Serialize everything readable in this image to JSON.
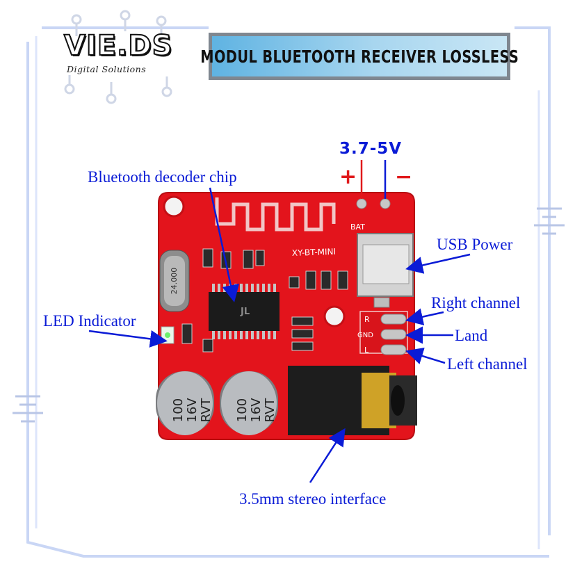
{
  "brand": {
    "name": "VIE.DS",
    "tagline": "Digital Solutions"
  },
  "title": "MODUL BLUETOOTH RECEIVER LOSSLESS",
  "voltage": {
    "range": "3.7-5V",
    "plus": "+",
    "minus": "−"
  },
  "callouts": {
    "chip": "Bluetooth decoder chip",
    "usb": "USB Power",
    "right": "Right channel",
    "land": "Land",
    "left": "Left channel",
    "led": "LED Indicator",
    "jack": "3.5mm stereo interface"
  },
  "board": {
    "model": "XY-BT-MINI",
    "bat": "BAT",
    "crystal": "24.000",
    "chip_mark": "JL",
    "pad_r": "R",
    "pad_gnd": "GND",
    "pad_l": "L",
    "cap_text": [
      "100",
      "16V",
      "RVT"
    ]
  },
  "colors": {
    "label_blue": "#0a1bd6",
    "board_red": "#e3141c",
    "title_bg": "#8cc8ea"
  }
}
